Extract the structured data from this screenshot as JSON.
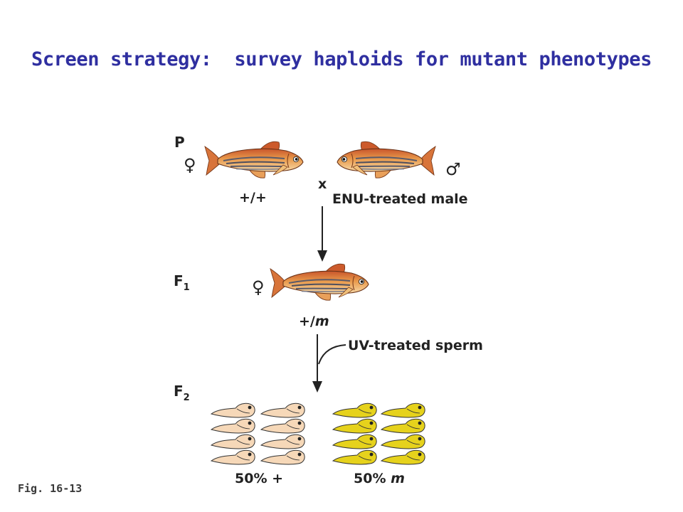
{
  "title": "Screen strategy:  survey haploids for mutant phenotypes",
  "figure_label": "Fig. 16-13",
  "colors": {
    "title": "#2f2fa0",
    "wildtype_larva": "#f6d8b8",
    "mutant_larva": "#e6d21c",
    "text": "#222222"
  },
  "generations": {
    "p": {
      "letter": "P"
    },
    "f1": {
      "letter": "F",
      "subscript": "1"
    },
    "f2": {
      "letter": "F",
      "subscript": "2"
    }
  },
  "cross": {
    "female_symbol": "♀",
    "male_symbol": "♂",
    "cross_symbol": "x",
    "female_genotype": "+/+",
    "male_label": "ENU-treated male"
  },
  "f1_fish": {
    "female_symbol": "♀",
    "genotype_prefix": "+/",
    "genotype_allele": "m",
    "treatment": "UV-treated sperm"
  },
  "f2_result": {
    "wildtype_label": "50% +",
    "mutant_label_prefix": "50% ",
    "mutant_label_allele": "m"
  }
}
